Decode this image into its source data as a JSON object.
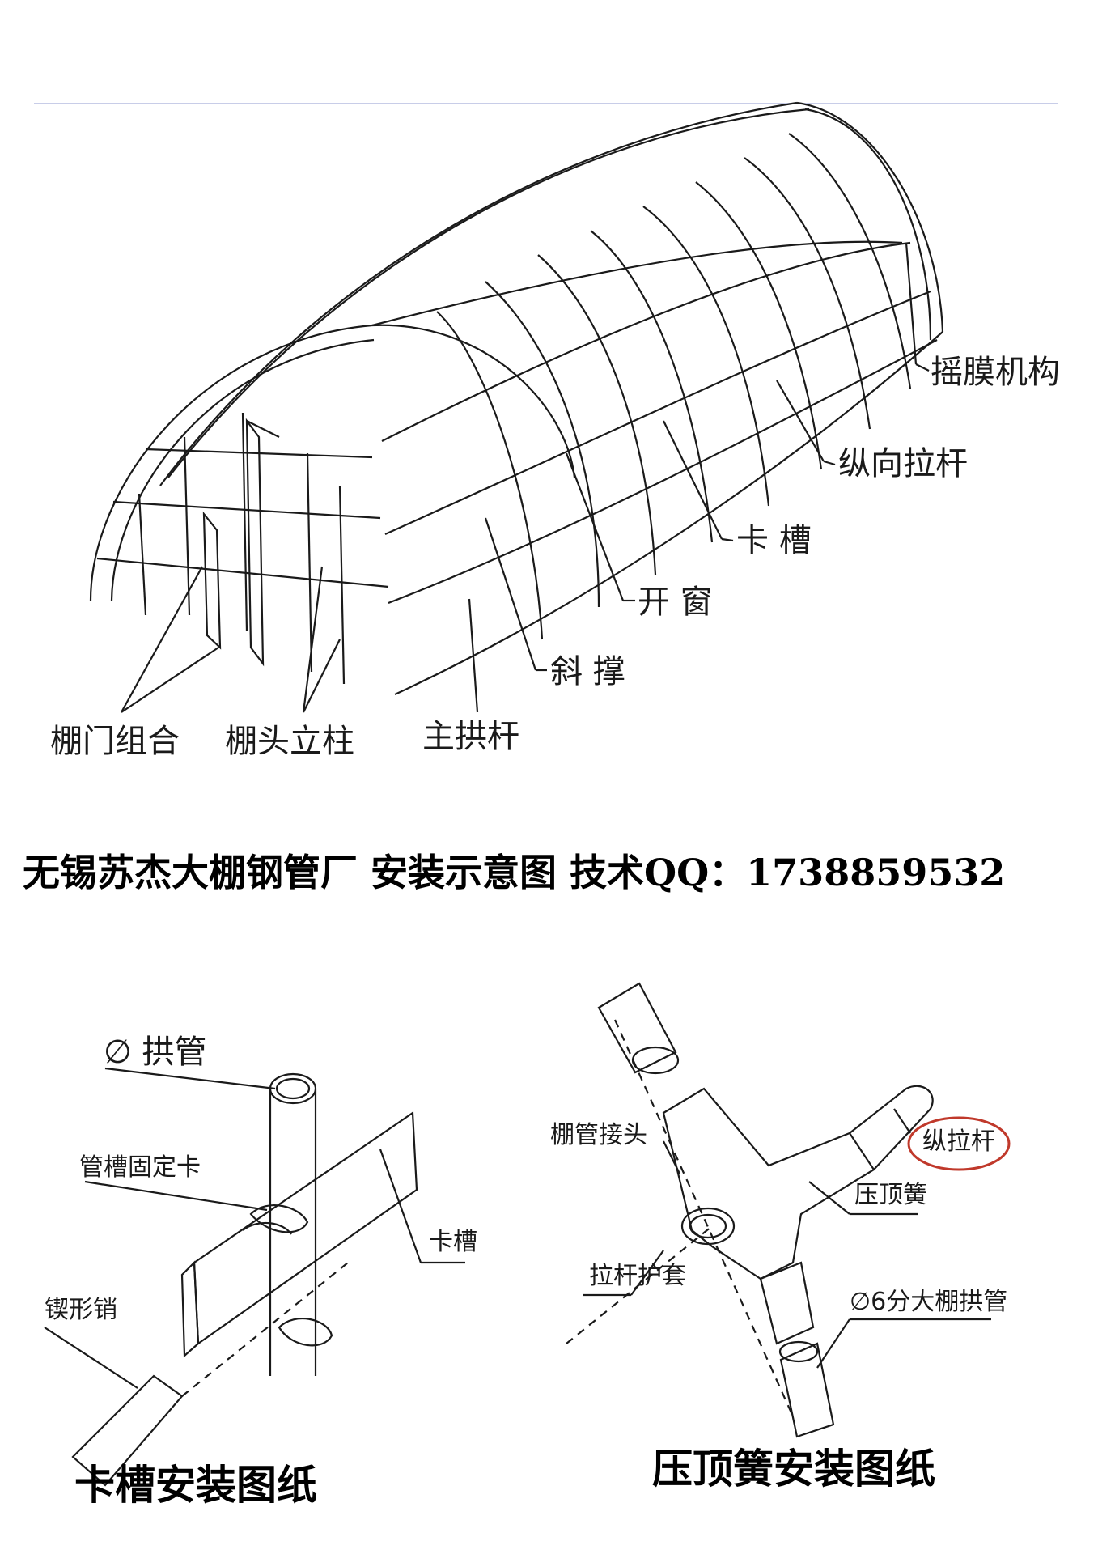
{
  "greenhouse": {
    "labels": {
      "film_roller": "摇膜机构",
      "longitudinal_bar": "纵向拉杆",
      "clip_channel": "卡 槽",
      "window": "开 窗",
      "diagonal_brace": "斜 撑",
      "door_assembly": "棚门组合",
      "end_post": "棚头立柱",
      "main_arch": "主拱杆"
    }
  },
  "main_title": "无锡苏杰大棚钢管厂  安装示意图  技术QQ：1738859532",
  "clip_detail": {
    "arch_pipe": "∅ 拱管",
    "channel_clip": "管槽固定卡",
    "channel": "卡槽",
    "wedge_pin": "锲形销",
    "caption": "卡槽安装图纸"
  },
  "spring_detail": {
    "pipe_joint": "棚管接头",
    "tie_rod": "纵拉杆",
    "top_spring": "压顶簧",
    "rod_sleeve": "拉杆护套",
    "arch_pipe": "∅6分大棚拱管",
    "caption": "压顶簧安装图纸"
  },
  "colors": {
    "line": "#1a1a1a",
    "highlight_ring": "#c0392b",
    "rule": "#c8cde8"
  }
}
